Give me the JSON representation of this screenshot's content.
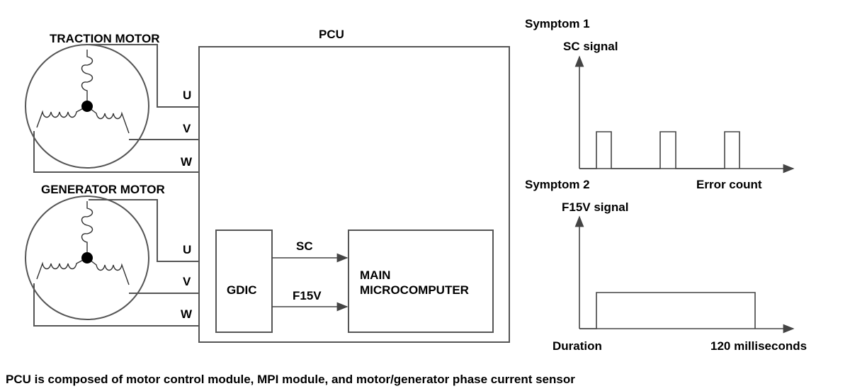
{
  "traction_motor": {
    "title": "TRACTION MOTOR",
    "phases": [
      "U",
      "V",
      "W"
    ]
  },
  "generator_motor": {
    "title": "GENERATOR MOTOR",
    "phases": [
      "U",
      "V",
      "W"
    ]
  },
  "pcu": {
    "title": "PCU",
    "gdic_label": "GDIC",
    "main_micro_line1": "MAIN",
    "main_micro_line2": "MICROCOMPUTER",
    "signal_sc": "SC",
    "signal_f15v": "F15V"
  },
  "symptom1": {
    "title": "Symptom 1",
    "signal_label": "SC signal",
    "x_label": "Error count",
    "pulses": 3
  },
  "symptom2": {
    "title": "Symptom 2",
    "signal_label": "F15V signal",
    "x_label_left": "Duration",
    "x_label_right": "120 milliseconds"
  },
  "footer": {
    "caption": "PCU is composed of motor control module, MPI module, and motor/generator phase current sensor"
  }
}
